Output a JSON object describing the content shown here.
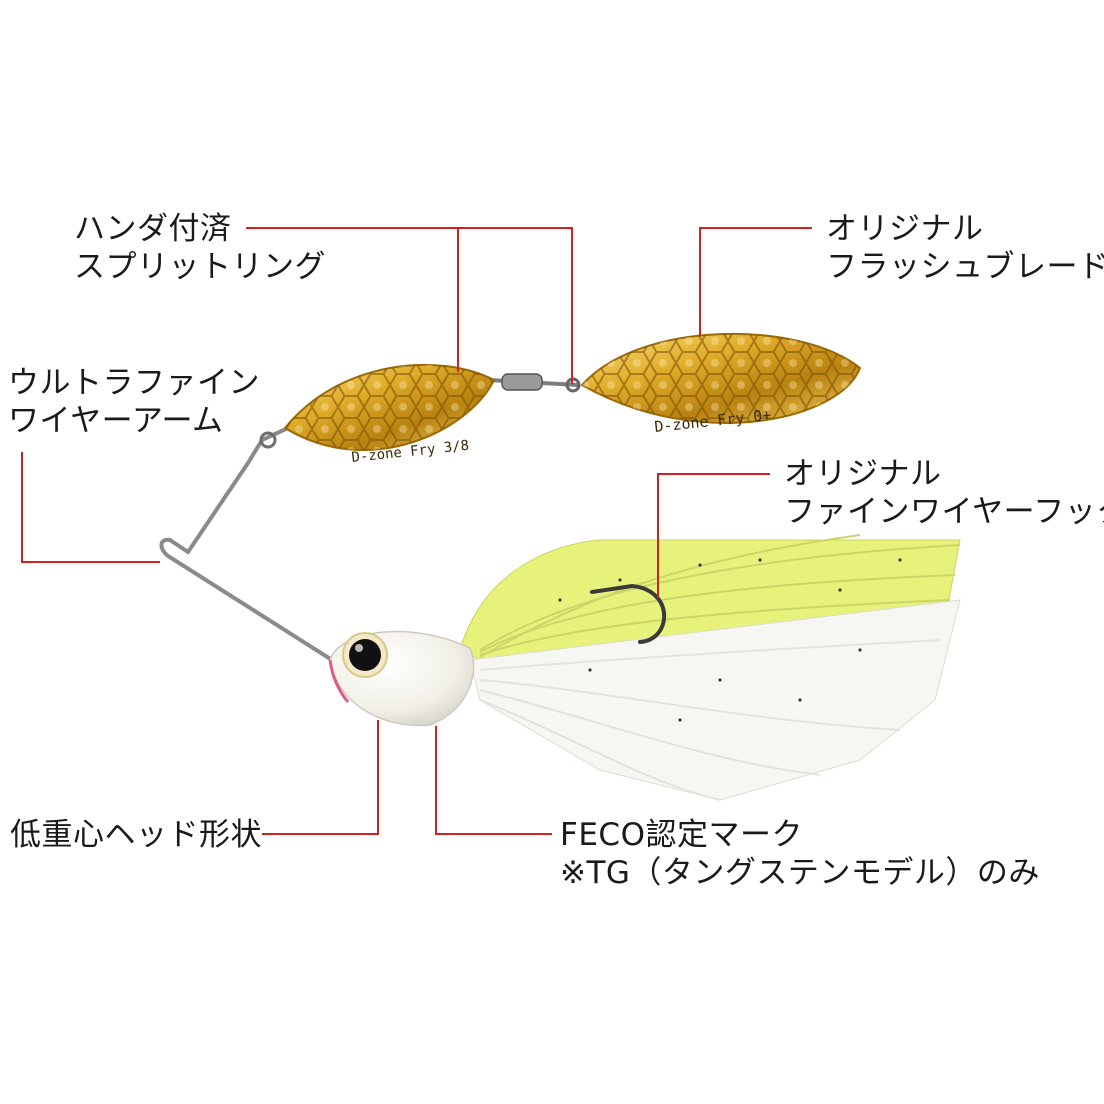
{
  "labels": {
    "split_ring": {
      "line1": "ハンダ付済",
      "line2": "スプリットリング"
    },
    "flash_blade": {
      "line1": "オリジナル",
      "line2": "フラッシュブレード"
    },
    "wire_arm": {
      "line1": "ウルトラファイン",
      "line2": "ワイヤーアーム"
    },
    "wire_hook": {
      "line1": "オリジナル",
      "line2": "ファインワイヤーフック"
    },
    "head": {
      "line1": "低重心ヘッド形状"
    },
    "feco": {
      "line1": "FECO認定マーク",
      "line2": "※TG（タングステンモデル）のみ"
    }
  },
  "blade_engravings": {
    "left": "D-zone Fry 3/8",
    "right": "D-zone Fry 0+"
  },
  "colors": {
    "leader_line": "#d62020",
    "gold": "#d9a21e",
    "skirt_chartreuse": "#e6f27a",
    "skirt_white": "#f6f7f2",
    "wire": "#8a8a8a"
  }
}
